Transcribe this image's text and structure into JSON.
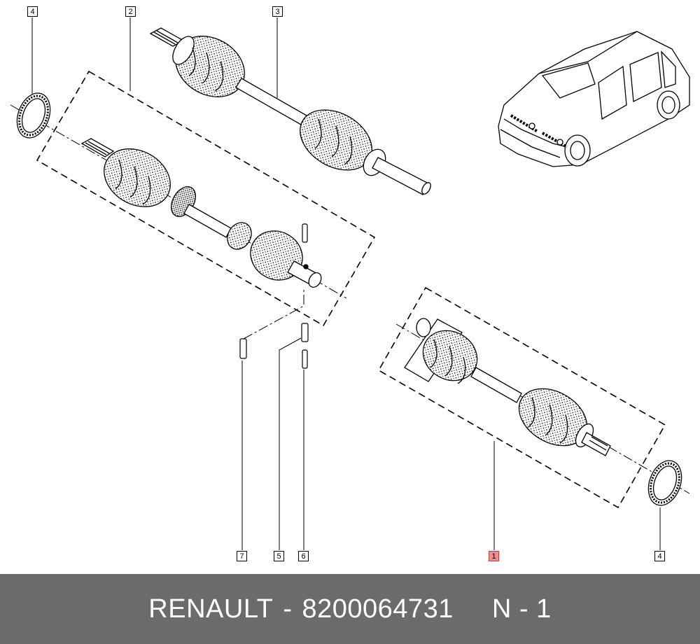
{
  "callouts": {
    "c1": "1",
    "c2": "2",
    "c3": "3",
    "c4_top": "4",
    "c4_bottom": "4",
    "c5": "5",
    "c6": "6",
    "c7": "7"
  },
  "footer": {
    "brand": "RENAULT",
    "dash": "-",
    "part_number": "8200064731",
    "position": "N - 1"
  },
  "colors": {
    "footer_bg": "#6b6b6b",
    "highlight": "#ea8f8f"
  }
}
